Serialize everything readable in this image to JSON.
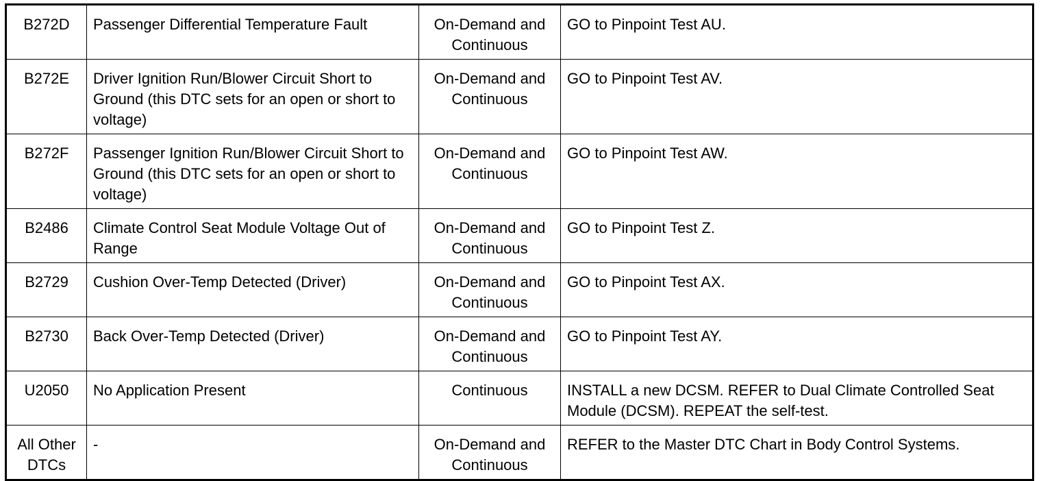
{
  "rows": [
    {
      "code": "B272D",
      "description": "Passenger Differential Temperature Fault",
      "type": "On-Demand and Continuous",
      "action": "GO to Pinpoint Test AU."
    },
    {
      "code": "B272E",
      "description": "Driver Ignition Run/Blower Circuit Short to Ground (this DTC sets for an open or short to voltage)",
      "type": "On-Demand and Continuous",
      "action": "GO to Pinpoint Test AV."
    },
    {
      "code": "B272F",
      "description": "Passenger Ignition Run/Blower Circuit Short to Ground (this DTC sets for an open or short to voltage)",
      "type": "On-Demand and Continuous",
      "action": "GO to Pinpoint Test AW."
    },
    {
      "code": "B2486",
      "description": "Climate Control Seat Module Voltage Out of Range",
      "type": "On-Demand and Continuous",
      "action": "GO to Pinpoint Test Z."
    },
    {
      "code": "B2729",
      "description": "Cushion Over-Temp Detected (Driver)",
      "type": "On-Demand and Continuous",
      "action": "GO to Pinpoint Test AX."
    },
    {
      "code": "B2730",
      "description": "Back Over-Temp Detected (Driver)",
      "type": "On-Demand and Continuous",
      "action": "GO to Pinpoint Test AY."
    },
    {
      "code": "U2050",
      "description": "No Application Present",
      "type": "Continuous",
      "action": "INSTALL a new DCSM. REFER to Dual Climate Controlled Seat Module (DCSM). REPEAT the self-test."
    },
    {
      "code": "All Other DTCs",
      "description": "-",
      "type": "On-Demand and Continuous",
      "action": "REFER to the Master DTC Chart in Body Control Systems."
    }
  ]
}
